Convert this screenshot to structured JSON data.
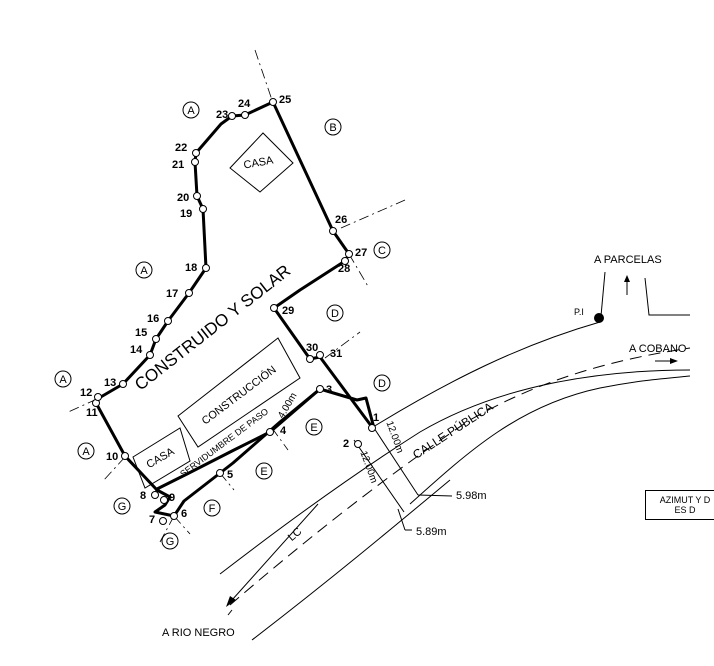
{
  "points": [
    "1",
    "2",
    "3",
    "4",
    "5",
    "6",
    "7",
    "8",
    "9",
    "10",
    "11",
    "12",
    "13",
    "14",
    "15",
    "16",
    "17",
    "18",
    "19",
    "20",
    "21",
    "22",
    "23",
    "24",
    "25",
    "26",
    "27",
    "28",
    "29",
    "30",
    "31"
  ],
  "adjacent_letters": {
    "a1": "A",
    "a2": "A",
    "a3": "A",
    "a4": "A",
    "b": "B",
    "c": "C",
    "d1": "D",
    "d2": "D",
    "e1": "E",
    "e2": "E",
    "f": "F",
    "g1": "G",
    "g2": "G"
  },
  "labels": {
    "construido": "CONSTRUIDO Y SOLAR",
    "casa_top": "CASA",
    "casa_bottom": "CASA",
    "construccion": "CONSTRUCCIÓN",
    "servidumbre": "SERVIDUMBRE DE PASO",
    "servidumbre_width": "4.00m",
    "calle": "CALLE PÚBLICA",
    "width_1": "12.00m",
    "width_2": "12.00m",
    "dim_1": "5.98m",
    "dim_2": "5.89m",
    "lc": "LC",
    "pi": "P.I",
    "a_parcelas": "A PARCELAS",
    "a_cobano": "A COBANO",
    "a_rio_negro": "A RIO NEGRO"
  },
  "note": {
    "line1": "AZIMUT Y D",
    "line2": "ES D"
  }
}
